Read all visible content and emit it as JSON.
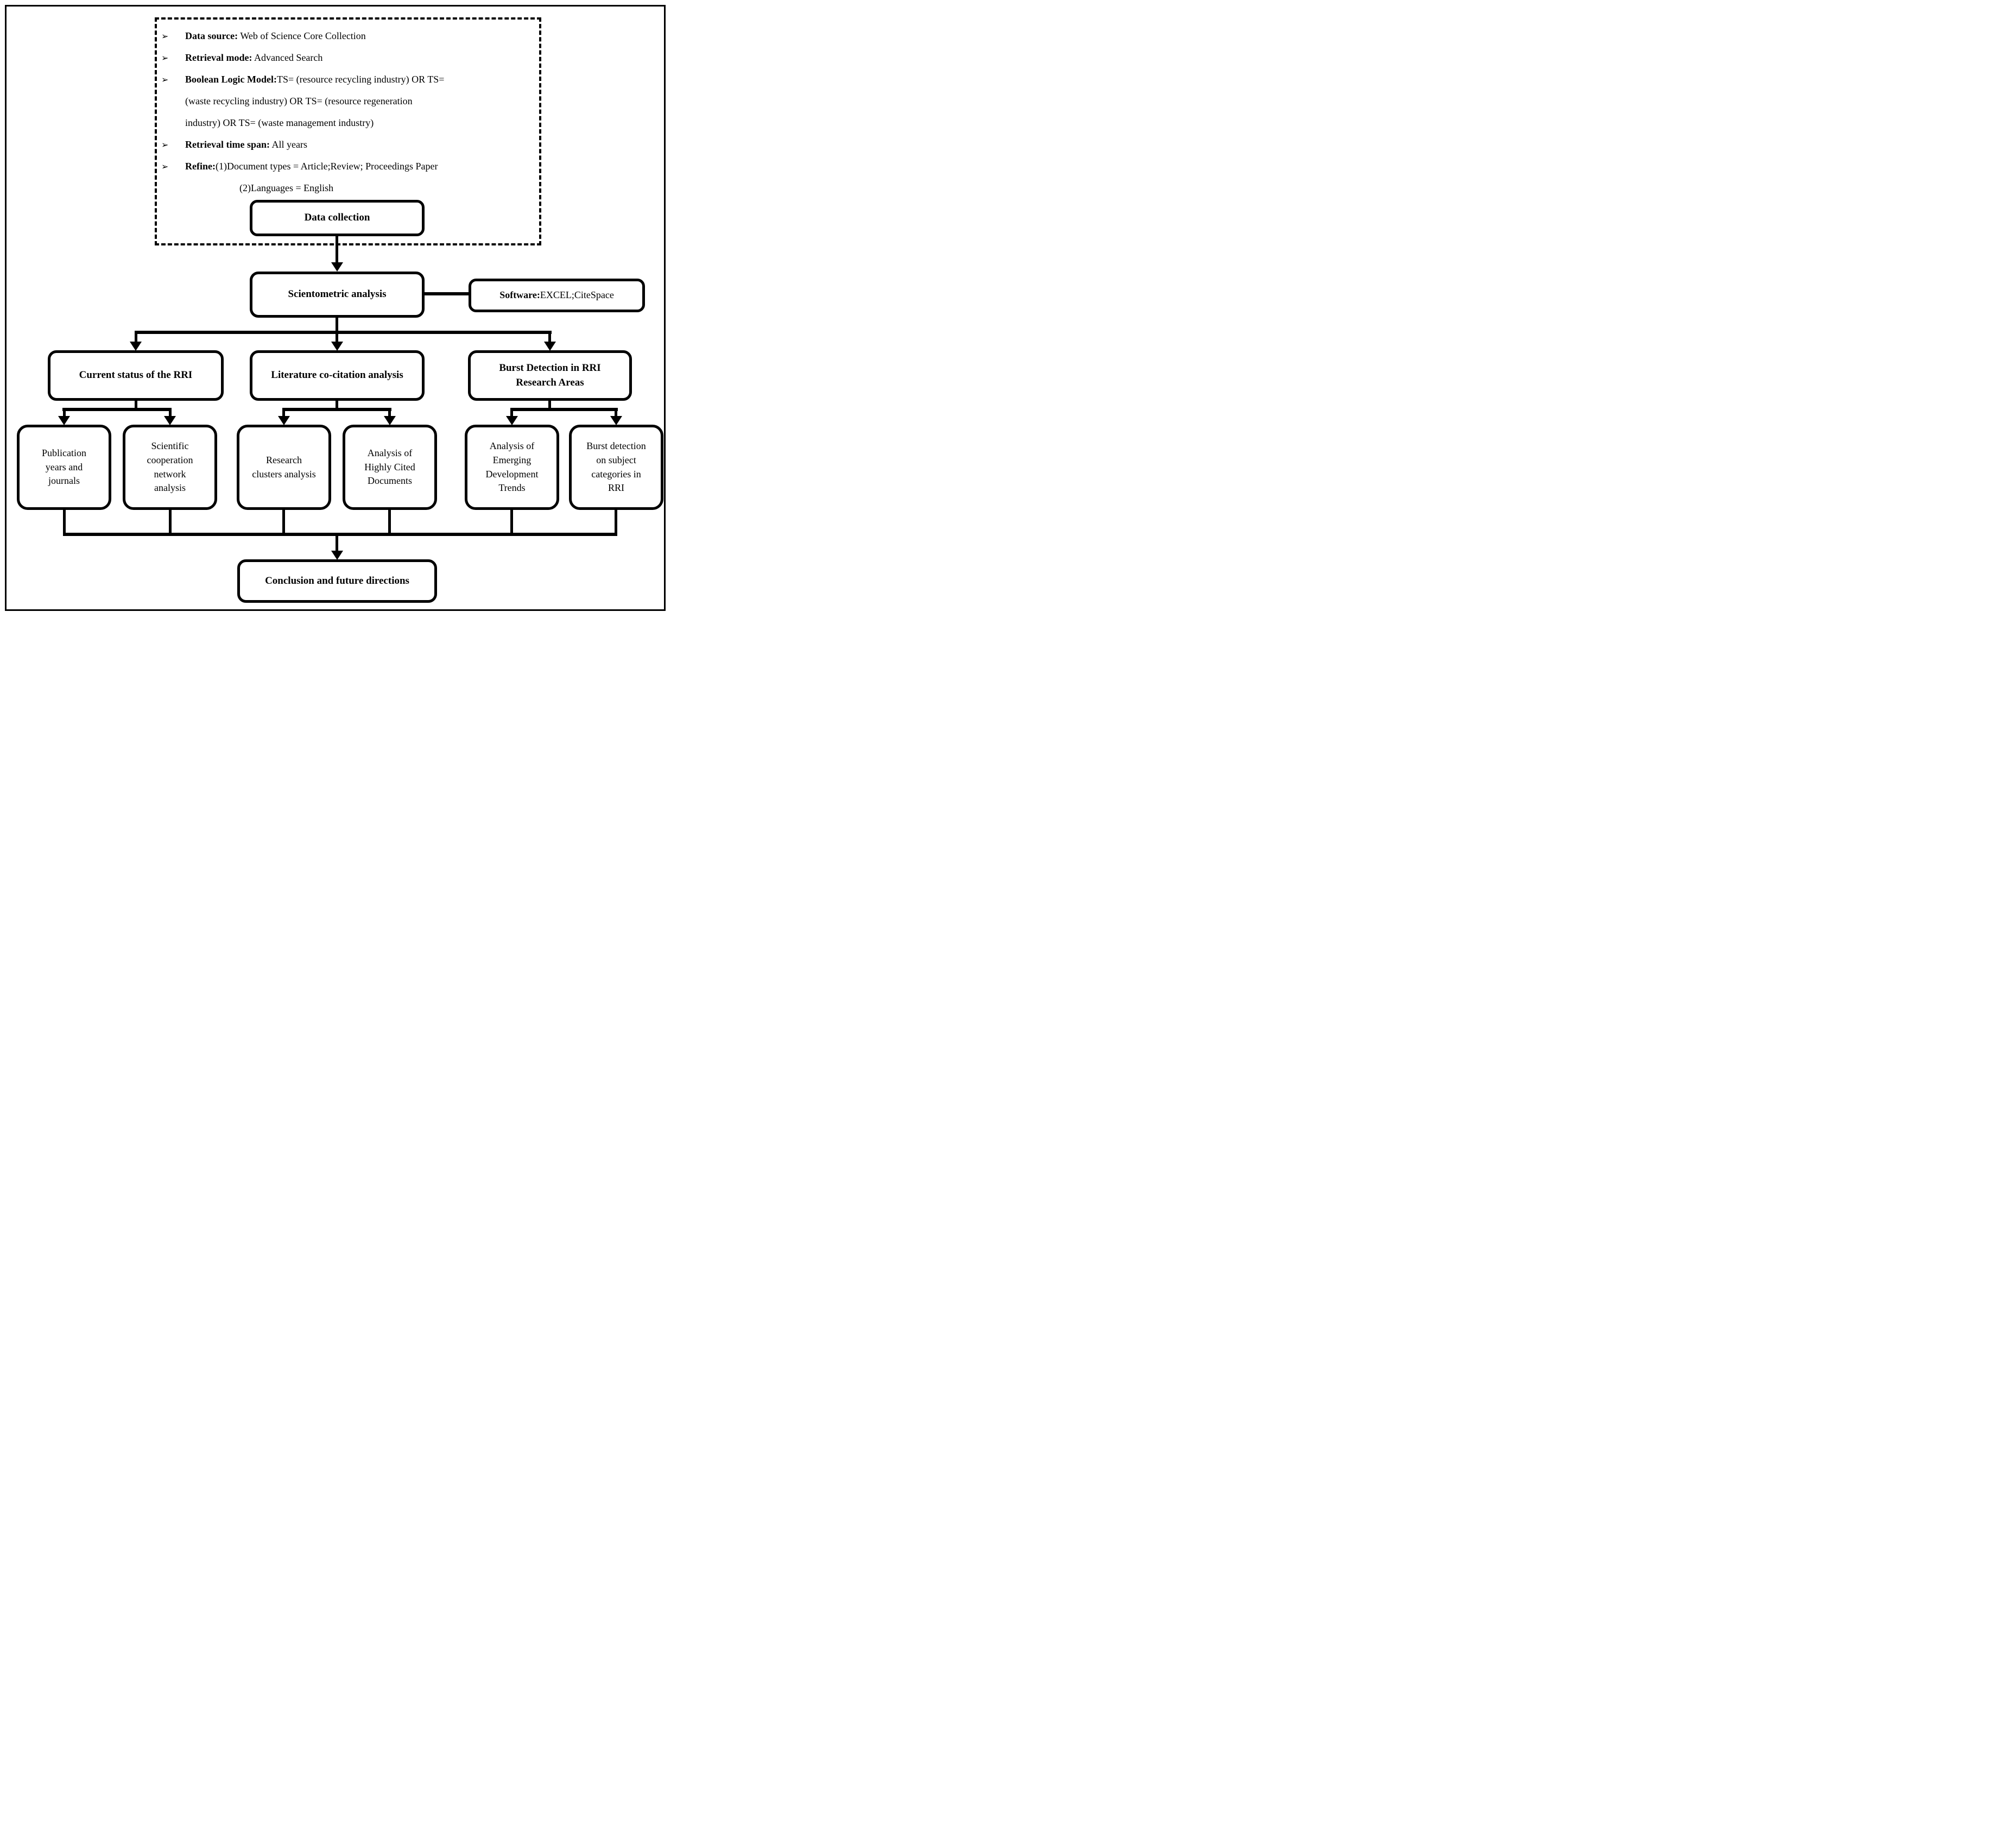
{
  "criteria": {
    "items": [
      {
        "marker": "➢",
        "label": "Data source:",
        "text": " Web of Science Core Collection"
      },
      {
        "marker": "➢",
        "label": "Retrieval mode:",
        "text": " Advanced Search"
      },
      {
        "marker": "➢",
        "label": "Boolean Logic Model:",
        "text": "TS= (resource recycling industry) OR TS="
      },
      {
        "marker": "",
        "label": "",
        "text": "(waste recycling industry) OR TS= (resource regeneration"
      },
      {
        "marker": "",
        "label": "",
        "text": "industry) OR TS= (waste management industry)"
      },
      {
        "marker": "➢",
        "label": "Retrieval time span:",
        "text": " All years"
      },
      {
        "marker": "➢",
        "label": "Refine:",
        "text": "(1)Document types = Article;Review; Proceedings Paper"
      },
      {
        "marker": "",
        "label": "",
        "text": "(2)Languages = English"
      }
    ]
  },
  "nodes": {
    "data_collection": {
      "label": "Data collection"
    },
    "scientometric": {
      "label": "Scientometric analysis"
    },
    "software": {
      "label_bold": "Software:",
      "label_rest": "EXCEL;CiteSpace"
    },
    "current_status": {
      "label": "Current status of the RRI"
    },
    "literature_cocitation": {
      "label": "Literature co-citation analysis"
    },
    "burst_detection": {
      "label": "Burst Detection in RRI\nResearch Areas"
    },
    "publication_years": {
      "label": "Publication\nyears and\njournals"
    },
    "scientific_cooperation": {
      "label": "Scientific\ncooperation\nnetwork\nanalysis"
    },
    "research_clusters": {
      "label": "Research\nclusters analysis"
    },
    "highly_cited": {
      "label": "Analysis of\nHighly Cited\nDocuments"
    },
    "emerging_trends": {
      "label": "Analysis of\nEmerging\nDevelopment\nTrends"
    },
    "burst_subject": {
      "label": "Burst detection\non subject\ncategories in\nRRI"
    },
    "conclusion": {
      "label": "Conclusion and future directions"
    }
  },
  "colors": {
    "ink": "#000000",
    "background": "#ffffff"
  }
}
